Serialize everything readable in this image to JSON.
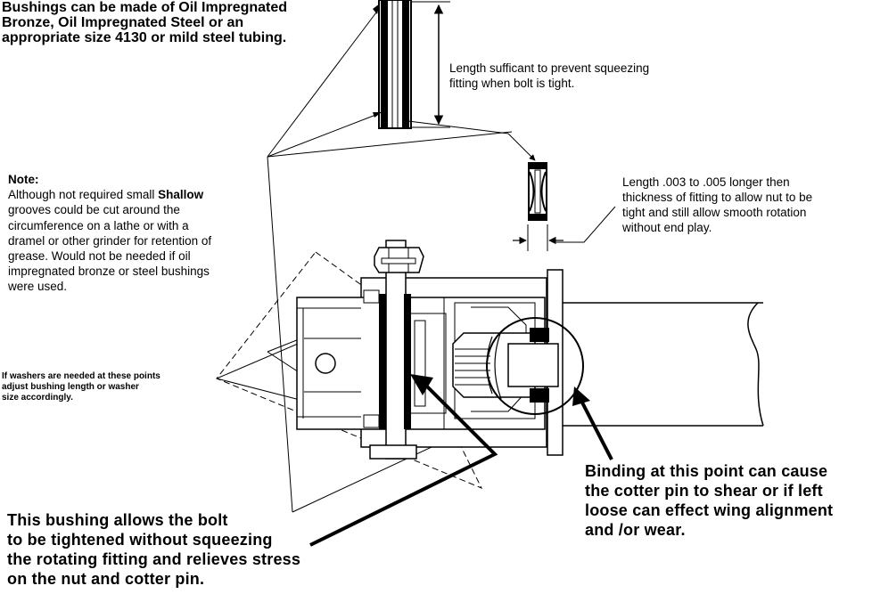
{
  "diagram": {
    "bushing_material_note": [
      "Bushings can be made of Oil Impregnated",
      "Bronze, Oil Impregnated Steel or an",
      "appropriate size 4130 or mild steel  tubing."
    ],
    "length_note": [
      "Length sufficant to prevent squeezing",
      "fitting when bolt is tight."
    ],
    "length_tolerance_note": [
      "Length .003 to .005 longer then",
      "thickness of fitting to allow nut to be",
      "tight and still allow smooth rotation",
      "without end play."
    ],
    "note": {
      "heading": "Note:",
      "line1_pre": "Although not required small ",
      "line1_bold": "Shallow",
      "lines": [
        "grooves could be cut around the",
        "circumference on a lathe or with a",
        "dramel or other grinder for retention of",
        "grease. Would not be needed if oil",
        "impregnated bronze or steel bushings",
        "were used."
      ]
    },
    "washer_note": [
      "If washers are needed at these points",
      "adjust bushing length or washer",
      "size accordingly."
    ],
    "binding_note": [
      "Binding at this point can cause",
      "the cotter pin to shear or if left",
      "loose can effect wing alignment",
      "and /or wear."
    ],
    "bushing_function_note": [
      "This bushing allows the bolt",
      "to be tightened without squeezing",
      "the rotating fitting and relieves stress",
      "on the nut and cotter pin."
    ]
  }
}
